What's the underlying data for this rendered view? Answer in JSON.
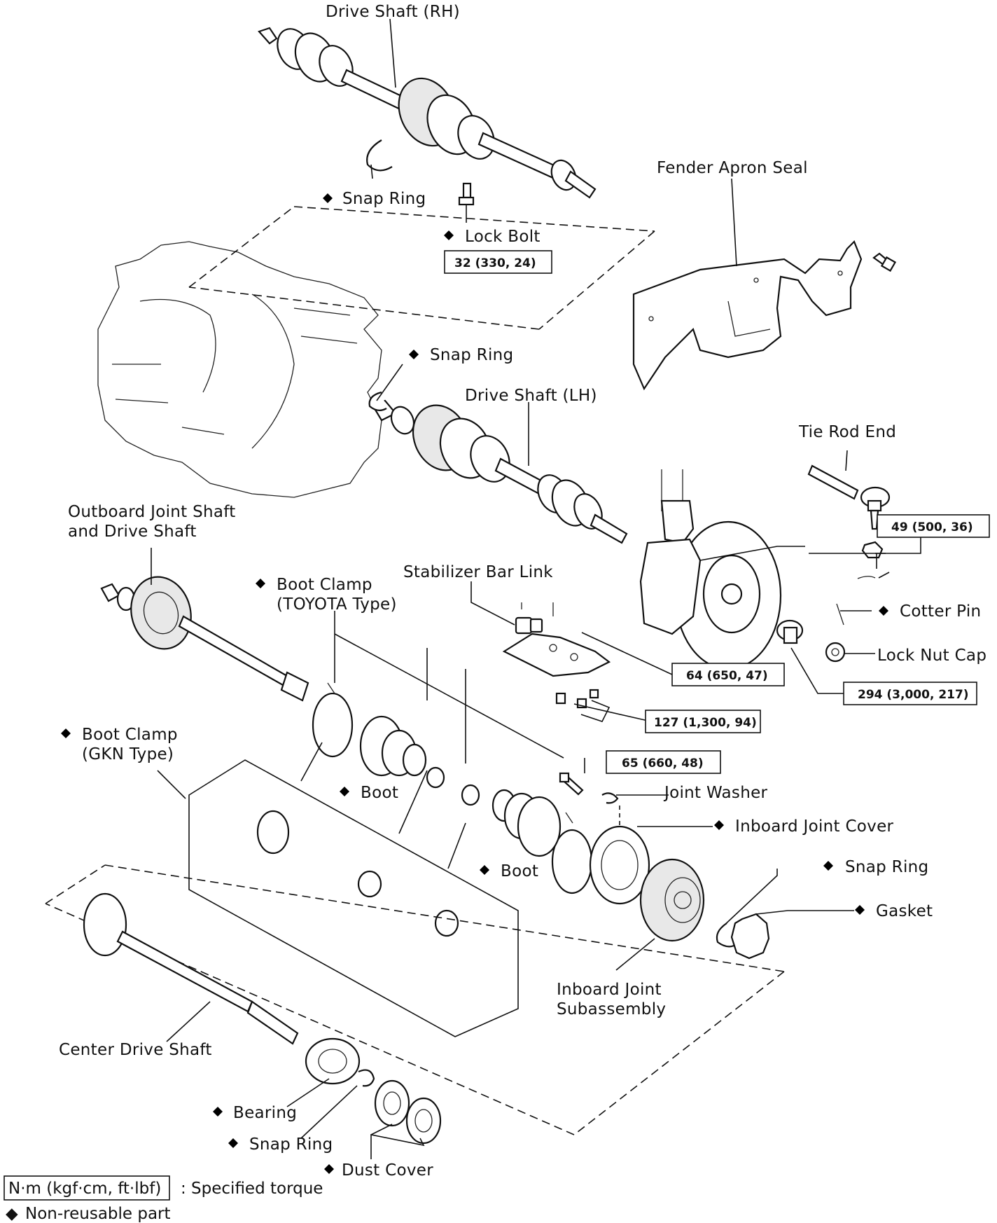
{
  "labels": {
    "drive_shaft_rh": "Drive Shaft (RH)",
    "snap_ring_top": "Snap Ring",
    "lock_bolt": "Lock Bolt",
    "fender_apron_seal": "Fender Apron Seal",
    "snap_ring_mid": "Snap Ring",
    "drive_shaft_lh": "Drive Shaft (LH)",
    "tie_rod_end": "Tie Rod End",
    "outboard_joint_1": "Outboard Joint Shaft",
    "outboard_joint_2": "and Drive Shaft",
    "stabilizer_bar_link": "Stabilizer Bar Link",
    "boot_clamp_toyota_1": "Boot Clamp",
    "boot_clamp_toyota_2": "(TOYOTA Type)",
    "cotter_pin": "Cotter Pin",
    "lock_nut_cap": "Lock Nut Cap",
    "boot_clamp_gkn_1": "Boot Clamp",
    "boot_clamp_gkn_2": "(GKN Type)",
    "boot_1": "Boot",
    "joint_washer": "Joint Washer",
    "inboard_joint_cover": "Inboard Joint Cover",
    "boot_2": "Boot",
    "snap_ring_right": "Snap Ring",
    "gasket": "Gasket",
    "inboard_joint_sub_1": "Inboard Joint",
    "inboard_joint_sub_2": "Subassembly",
    "center_drive_shaft": "Center Drive Shaft",
    "bearing": "Bearing",
    "snap_ring_bottom": "Snap Ring",
    "dust_cover": "Dust Cover"
  },
  "torques": {
    "lock_bolt": "32 (330, 24)",
    "tie_rod_nut": "49 (500, 36)",
    "stabilizer_link": "64 (650, 47)",
    "lock_nut": "294 (3,000, 217)",
    "lower_arm": "127 (1,300, 94)",
    "joint_bolt": "65 (660, 48)"
  },
  "legend": {
    "torque_unit": "N·m (kgf·cm, ft·lbf)",
    "torque_desc": ": Specified torque",
    "nonreusable": "Non-reusable part"
  },
  "symbols": {
    "non_reusable": "◆"
  }
}
